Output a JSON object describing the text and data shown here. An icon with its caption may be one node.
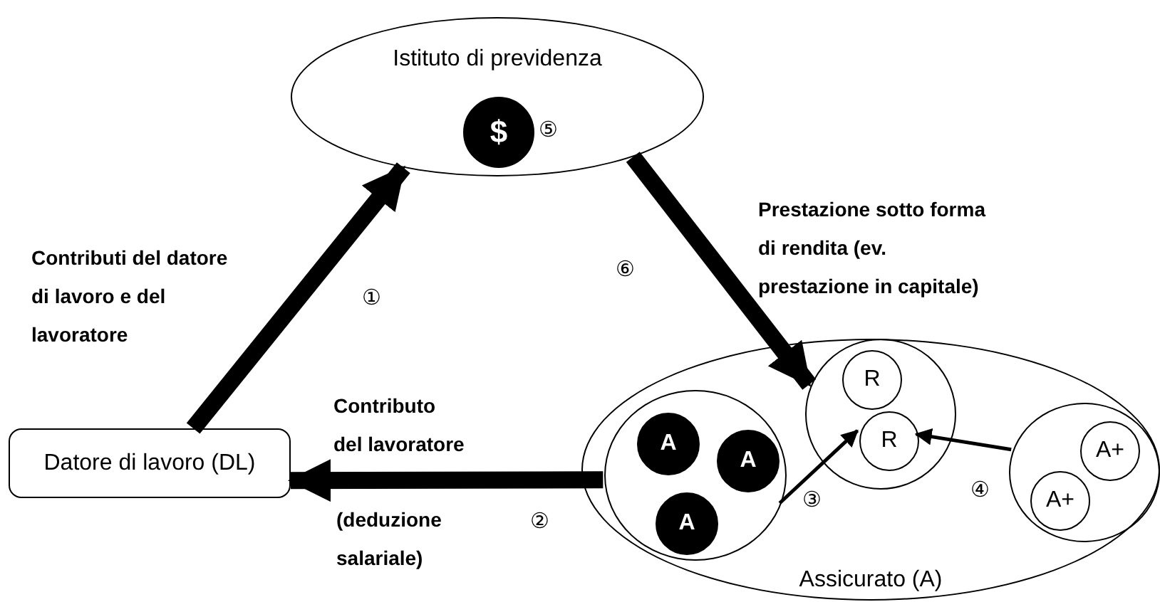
{
  "diagram": {
    "nodes": [
      {
        "text": [
          "Istituto di previdenza"
        ]
      },
      {
        "text": [
          "$"
        ],
        "in": 0,
        "beside": [
          "⑤"
        ]
      },
      {
        "text": [
          "Datore di lavoro (DL)"
        ]
      },
      {
        "text": [
          "Assicurato (A)"
        ]
      },
      {
        "text": [],
        "shape": "circle",
        "in": 3
      },
      {
        "text": [
          "A"
        ],
        "in": 4
      },
      {
        "text": [
          "A"
        ],
        "in": 4
      },
      {
        "text": [
          "A"
        ],
        "in": 4
      },
      {
        "text": [],
        "shape": "circle",
        "in": 3
      },
      {
        "text": [
          "R"
        ],
        "in": 8
      },
      {
        "text": [
          "R"
        ],
        "in": 8
      },
      {
        "text": [],
        "shape": "circle",
        "in": 3
      },
      {
        "text": [
          "A+"
        ],
        "in": 11
      },
      {
        "text": [
          "A+"
        ],
        "in": 11
      }
    ],
    "edges": [
      {
        "from": 2,
        "to": 0,
        "arrow": "to",
        "label": "Contributi del datore di lavoro e del lavoratore"
      },
      {
        "from": 0,
        "to": 8,
        "arrow": "to",
        "label": "Prestazione sotto forma di rendita (ev. prestazione in capitale)"
      },
      {
        "from": 4,
        "to": 2,
        "arrow": "to",
        "label": "Contributo del lavoratore"
      },
      {
        "from": 4,
        "to": 10,
        "arrow": "to"
      },
      {
        "from": 11,
        "to": 10,
        "arrow": "to"
      }
    ],
    "labels": [
      "①",
      "⑥",
      "(deduzione salariale)",
      "②",
      "③",
      "④"
    ]
  }
}
